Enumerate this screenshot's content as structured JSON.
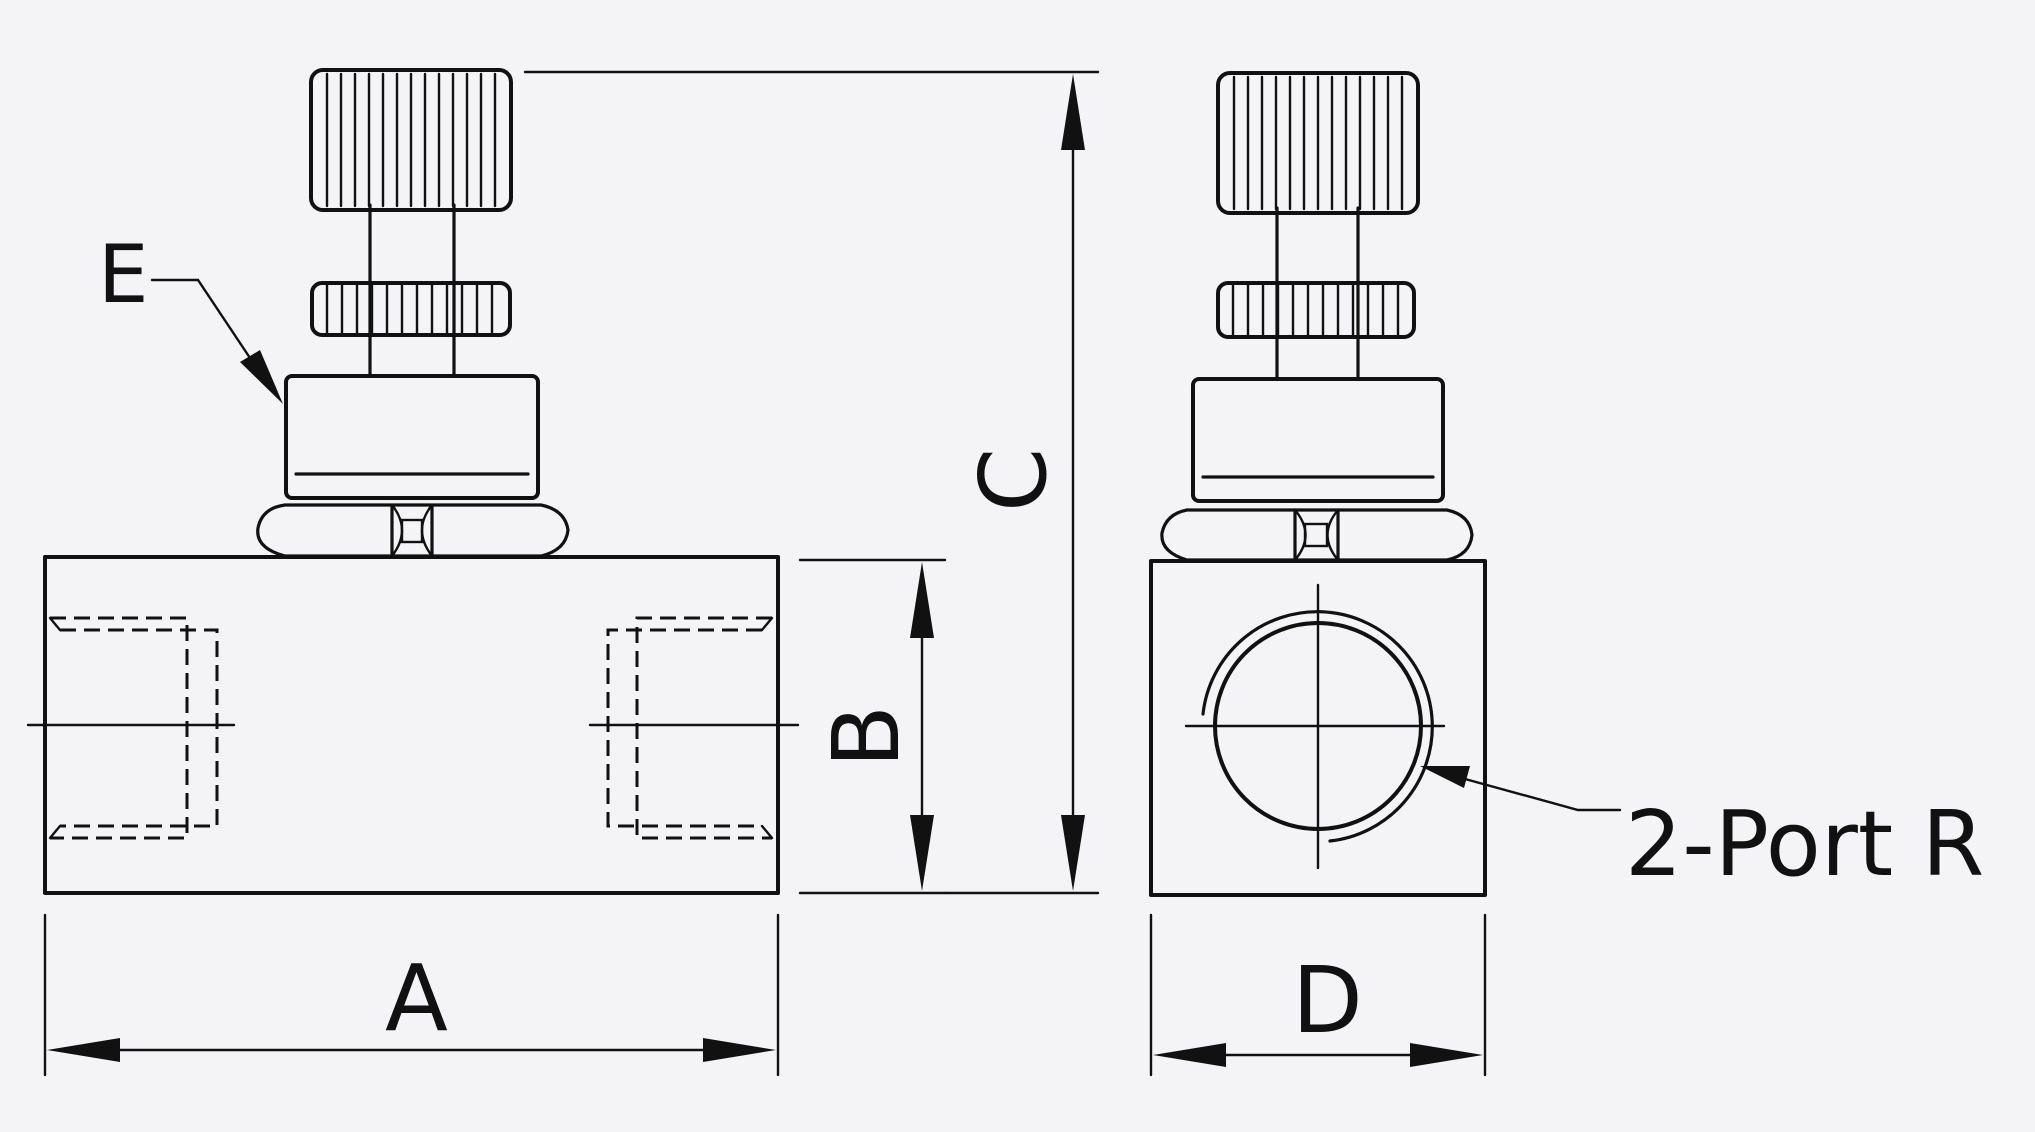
{
  "labels": {
    "A": "A",
    "B": "B",
    "C": "C",
    "D": "D",
    "E": "E",
    "port": "2-Port R"
  }
}
